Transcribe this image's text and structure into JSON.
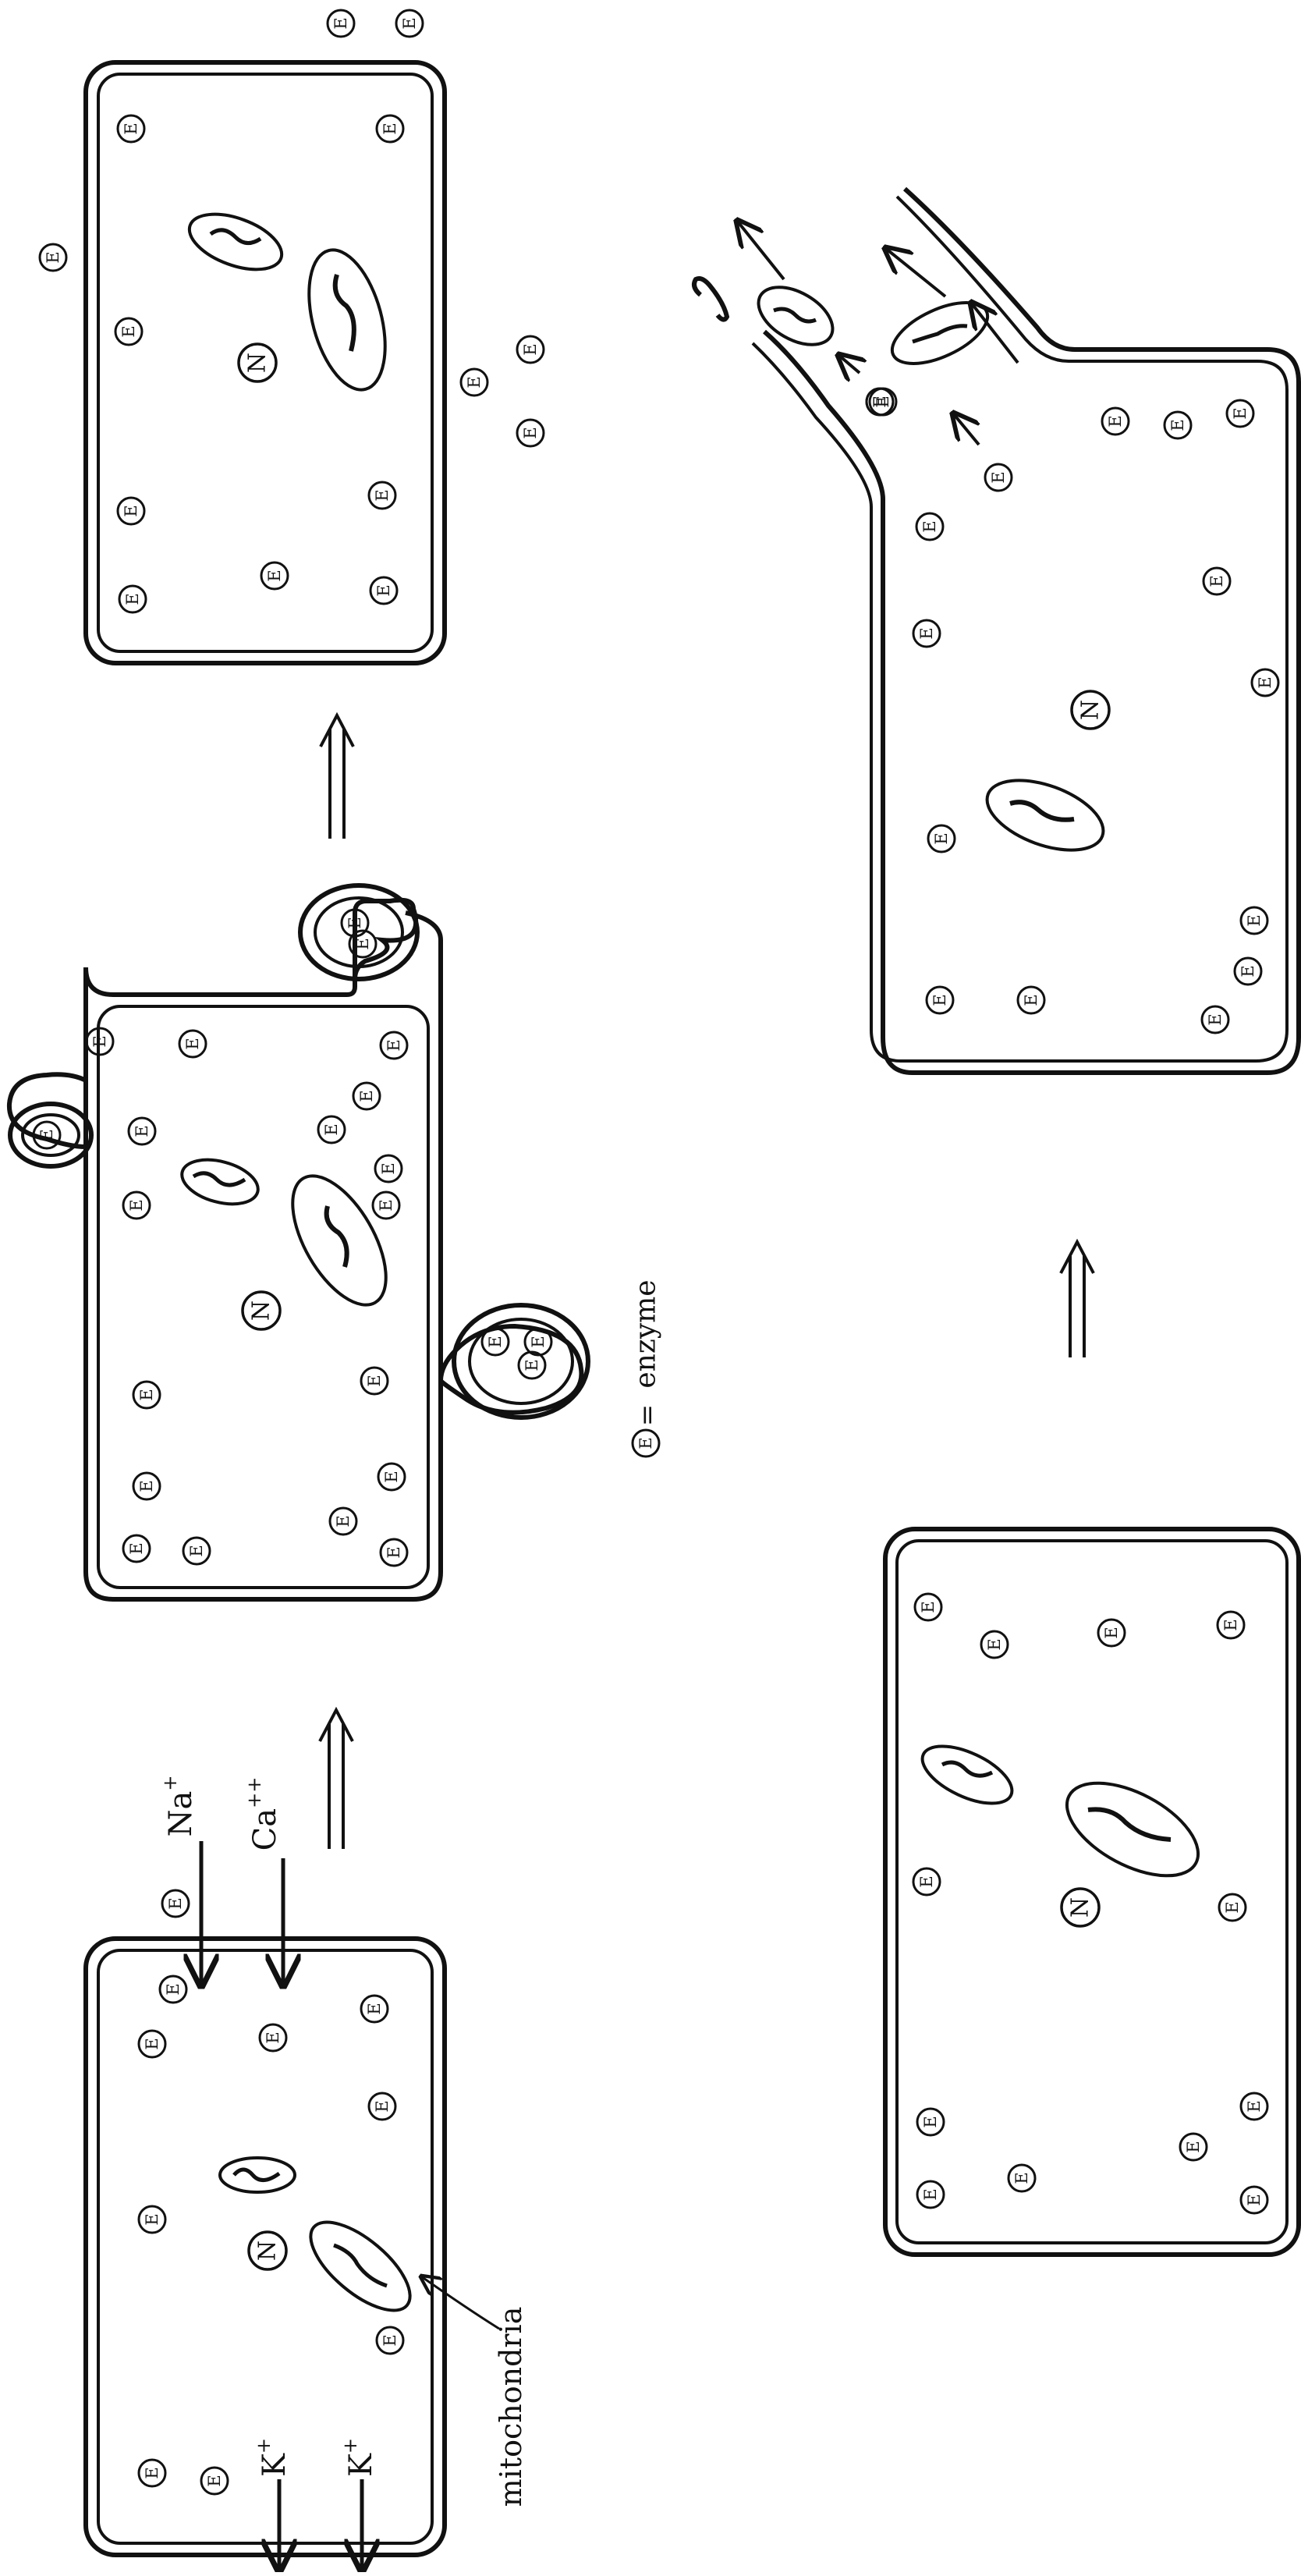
{
  "enzyme_symbol": "E",
  "nucleus_symbol": "N",
  "legend": {
    "equals": "=",
    "text": "enzyme"
  },
  "labels": {
    "mitochondria": "mitochondria",
    "na": "Na",
    "ca": "Ca",
    "k": "K",
    "plus": "+",
    "plus_double": "++"
  },
  "colors": {
    "ink": "#111111",
    "background": "#ffffff"
  }
}
